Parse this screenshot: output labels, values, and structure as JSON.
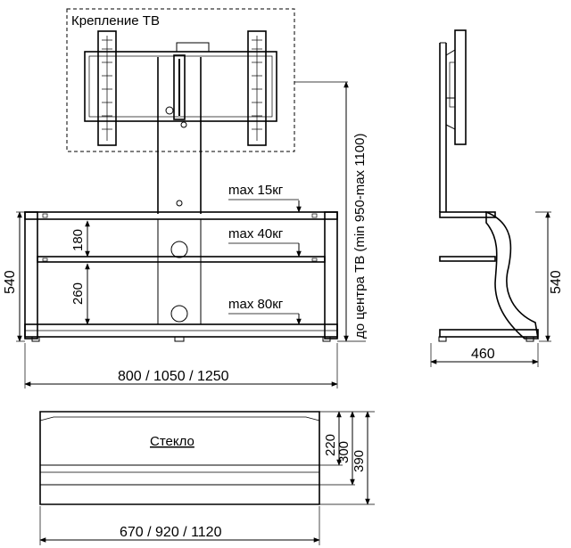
{
  "labels": {
    "tv_mount": "Крепление ТВ",
    "load_top": "max 15кг",
    "load_mid": "max 40кг",
    "load_bottom": "max 80кг",
    "shelf_h1": "180",
    "shelf_h2": "260",
    "total_h_front": "540",
    "total_h_side": "540",
    "tv_center": "до центра ТВ (min 950-max 1100)",
    "width_front": "800 / 1050 / 1250",
    "depth_side": "460",
    "glass": "Стекло",
    "top_d1": "220",
    "top_d2": "300",
    "top_d3": "390",
    "width_top": "670 / 920 / 1120"
  }
}
